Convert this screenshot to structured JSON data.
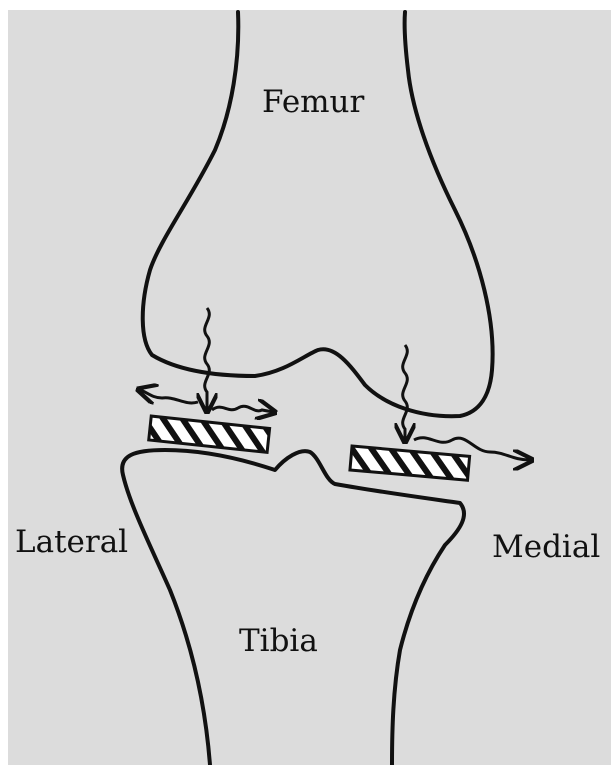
{
  "figure": {
    "background_color": "#dcdcdc",
    "stroke_color": "#111111"
  },
  "labels": {
    "femur": "Femur",
    "tibia": "Tibia",
    "lateral": "Lateral",
    "medial": "Medial"
  }
}
